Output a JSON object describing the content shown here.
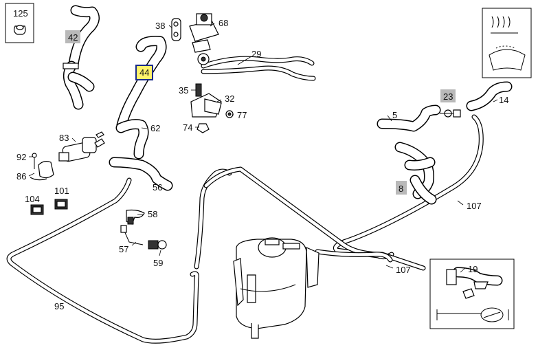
{
  "callouts": [
    {
      "id": "c125",
      "text": "125",
      "highlight": "none"
    },
    {
      "id": "c42",
      "text": "42",
      "highlight": "gray"
    },
    {
      "id": "c44",
      "text": "44",
      "highlight": "yellow"
    },
    {
      "id": "c38",
      "text": "38",
      "highlight": "none"
    },
    {
      "id": "c68",
      "text": "68",
      "highlight": "none"
    },
    {
      "id": "c29",
      "text": "29",
      "highlight": "none"
    },
    {
      "id": "c35",
      "text": "35",
      "highlight": "none"
    },
    {
      "id": "c32",
      "text": "32",
      "highlight": "none"
    },
    {
      "id": "c77",
      "text": "77",
      "highlight": "none"
    },
    {
      "id": "c74",
      "text": "74",
      "highlight": "none"
    },
    {
      "id": "c83",
      "text": "83",
      "highlight": "none"
    },
    {
      "id": "c62",
      "text": "62",
      "highlight": "none"
    },
    {
      "id": "c92",
      "text": "92",
      "highlight": "none"
    },
    {
      "id": "c86",
      "text": "86",
      "highlight": "none"
    },
    {
      "id": "c101",
      "text": "101",
      "highlight": "none"
    },
    {
      "id": "c104",
      "text": "104",
      "highlight": "none"
    },
    {
      "id": "c56",
      "text": "56",
      "highlight": "none"
    },
    {
      "id": "c58",
      "text": "58",
      "highlight": "none"
    },
    {
      "id": "c57",
      "text": "57",
      "highlight": "none"
    },
    {
      "id": "c59",
      "text": "59",
      "highlight": "none"
    },
    {
      "id": "c95",
      "text": "95",
      "highlight": "none"
    },
    {
      "id": "c23",
      "text": "23",
      "highlight": "gray"
    },
    {
      "id": "c5",
      "text": "5",
      "highlight": "none"
    },
    {
      "id": "c14",
      "text": "14",
      "highlight": "none"
    },
    {
      "id": "c8",
      "text": "8",
      "highlight": "gray"
    },
    {
      "id": "c107a",
      "text": "107",
      "highlight": "none"
    },
    {
      "id": "c107b",
      "text": "107",
      "highlight": "none"
    },
    {
      "id": "c19",
      "text": "19",
      "highlight": "none"
    }
  ],
  "colors": {
    "gray_highlight": "#b9b9b9",
    "yellow_highlight": "#fff36b",
    "yellow_border": "#1a2a8a",
    "line": "#000000"
  },
  "icons": {
    "symbol_box": "windshield-heater-symbol-icon",
    "inset_box": "inset-connector-detail-icon"
  }
}
